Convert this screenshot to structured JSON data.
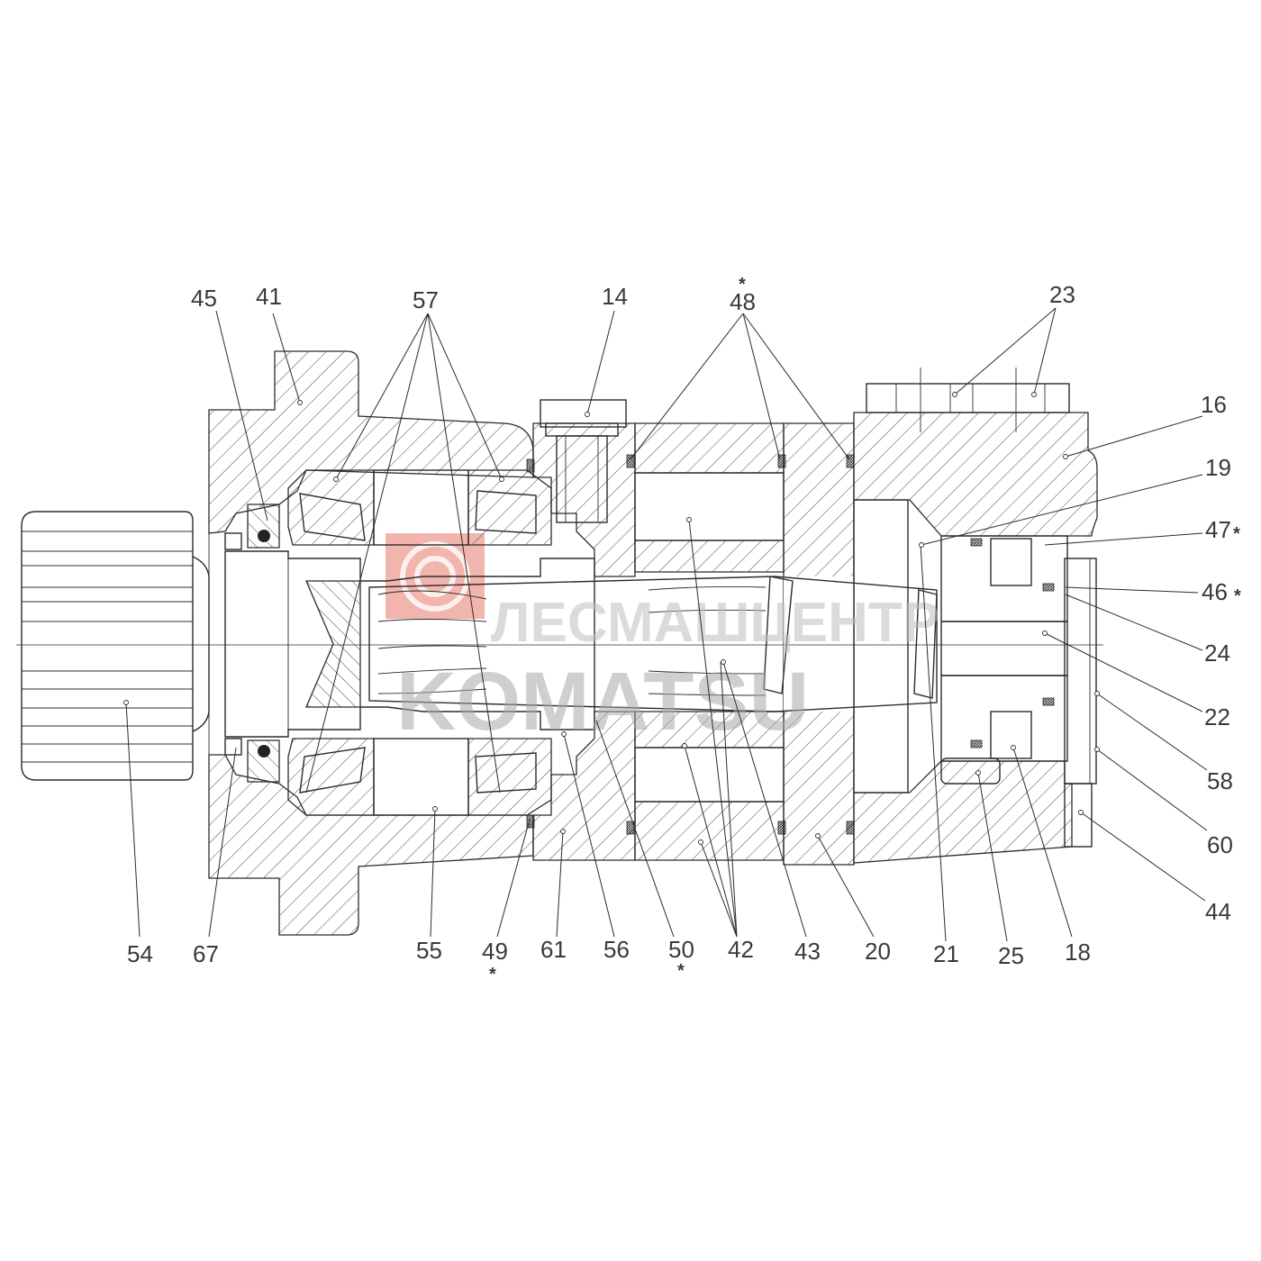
{
  "watermark": {
    "line1": "ЛЕСМАШЦЕНТР",
    "line2": "KOMATSU",
    "logo_color": "#e05a4a"
  },
  "callouts": [
    {
      "id": "45",
      "label": "45",
      "asterisk": false
    },
    {
      "id": "41",
      "label": "41",
      "asterisk": false
    },
    {
      "id": "57",
      "label": "57",
      "asterisk": false
    },
    {
      "id": "14",
      "label": "14",
      "asterisk": false
    },
    {
      "id": "48",
      "label": "48",
      "asterisk": true
    },
    {
      "id": "23",
      "label": "23",
      "asterisk": false
    },
    {
      "id": "16",
      "label": "16",
      "asterisk": false
    },
    {
      "id": "19",
      "label": "19",
      "asterisk": false
    },
    {
      "id": "47",
      "label": "47",
      "asterisk": true
    },
    {
      "id": "46",
      "label": "46",
      "asterisk": true
    },
    {
      "id": "24",
      "label": "24",
      "asterisk": false
    },
    {
      "id": "22",
      "label": "22",
      "asterisk": false
    },
    {
      "id": "58",
      "label": "58",
      "asterisk": false
    },
    {
      "id": "60",
      "label": "60",
      "asterisk": false
    },
    {
      "id": "44",
      "label": "44",
      "asterisk": false
    },
    {
      "id": "18",
      "label": "18",
      "asterisk": false
    },
    {
      "id": "25",
      "label": "25",
      "asterisk": false
    },
    {
      "id": "21",
      "label": "21",
      "asterisk": false
    },
    {
      "id": "20",
      "label": "20",
      "asterisk": false
    },
    {
      "id": "43",
      "label": "43",
      "asterisk": false
    },
    {
      "id": "42",
      "label": "42",
      "asterisk": false
    },
    {
      "id": "50",
      "label": "50",
      "asterisk": true
    },
    {
      "id": "56",
      "label": "56",
      "asterisk": false
    },
    {
      "id": "61",
      "label": "61",
      "asterisk": false
    },
    {
      "id": "49",
      "label": "49",
      "asterisk": true
    },
    {
      "id": "55",
      "label": "55",
      "asterisk": false
    },
    {
      "id": "67",
      "label": "67",
      "asterisk": false
    },
    {
      "id": "54",
      "label": "54",
      "asterisk": false
    }
  ],
  "asterisk_symbol": "*"
}
